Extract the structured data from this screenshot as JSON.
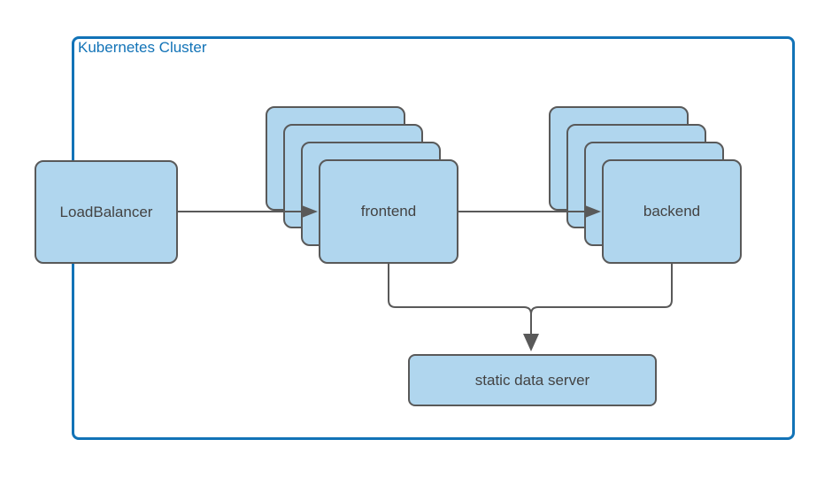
{
  "diagram": {
    "cluster": {
      "label": "Kubernetes Cluster"
    },
    "nodes": {
      "load_balancer": {
        "label": "LoadBalancer"
      },
      "frontend": {
        "label": "frontend",
        "stack_count": 4
      },
      "backend": {
        "label": "backend",
        "stack_count": 4
      },
      "static_data_server": {
        "label": "static data server"
      }
    },
    "edges": [
      {
        "from": "LoadBalancer",
        "to": "frontend",
        "arrow": true
      },
      {
        "from": "frontend",
        "to": "backend",
        "arrow": true
      },
      {
        "from": "frontend",
        "to": "static data server",
        "arrow": true
      },
      {
        "from": "backend",
        "to": "static data server",
        "arrow": true
      }
    ],
    "colors": {
      "node_fill": "#b0d6ee",
      "node_border": "#595959",
      "node_text": "#434343",
      "connector": "#595959",
      "cluster_border": "#1273b7",
      "cluster_label_text": "#1273b7",
      "background": "#ffffff"
    }
  }
}
